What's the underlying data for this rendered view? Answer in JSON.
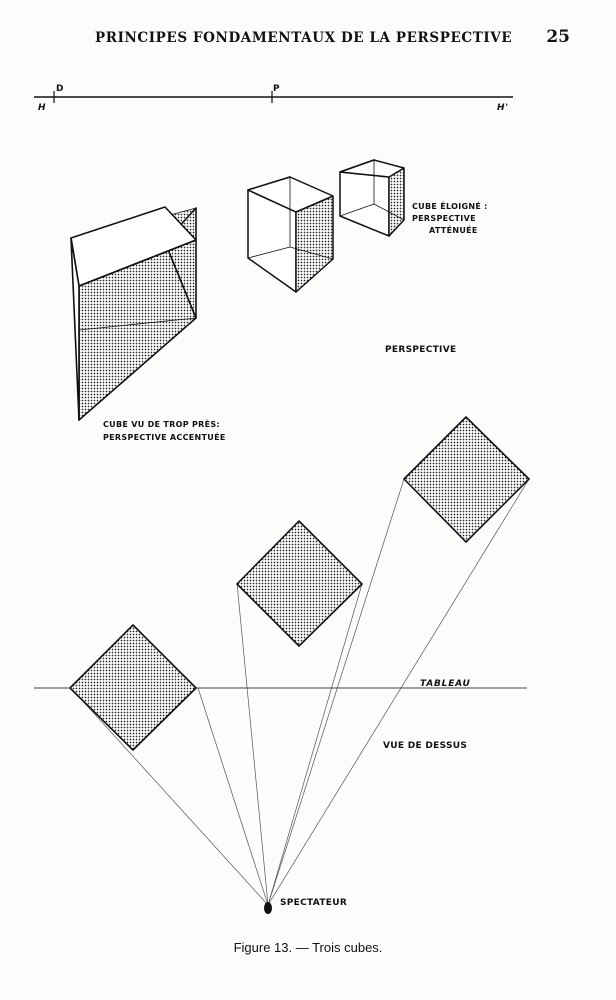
{
  "header": {
    "running_title": "PRINCIPES FONDAMENTAUX DE LA PERSPECTIVE",
    "page_number": "25"
  },
  "figure": {
    "horizon": {
      "left_label": "H",
      "right_label": "H'",
      "distance_point_label": "D",
      "principal_point_label": "P"
    },
    "labels": {
      "near_cube_line1": "CUBE VU DE TROP PRÈS:",
      "near_cube_line2": "PERSPECTIVE ACCENTUÉE",
      "far_cube_line1": "CUBE ÉLOIGNÉ :",
      "far_cube_line2": "PERSPECTIVE",
      "far_cube_line3": "ATTÉNUÉE",
      "perspective": "PERSPECTIVE",
      "tableau": "TABLEAU",
      "top_view": "VUE DE DESSUS",
      "spectator": "SPECTATEUR"
    }
  },
  "caption": "Figure 13. — Trois cubes."
}
